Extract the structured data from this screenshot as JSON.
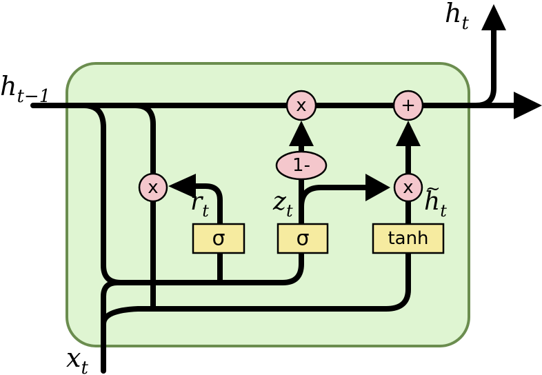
{
  "colors": {
    "cell_fill": "#dff5d2",
    "cell_stroke": "#6b8d4f",
    "op_fill": "#f4c7cc",
    "gate_fill": "#f6eba0",
    "wire": "#000000"
  },
  "labels": {
    "h_prev_base": "h",
    "h_prev_sub": "t−1",
    "h_out_base": "h",
    "h_out_sub": "t",
    "x_base": "x",
    "x_sub": "t",
    "r_base": "r",
    "r_sub": "t",
    "z_base": "z",
    "z_sub": "t",
    "hcand_base": "h",
    "hcand_tilde": "~",
    "hcand_sub": "t"
  },
  "ops": {
    "multiply_reset": "x",
    "multiply_top": "x",
    "add_top": "+",
    "multiply_candidate": "x",
    "one_minus": "1-"
  },
  "gates": {
    "reset": "σ",
    "update": "σ",
    "candidate": "tanh"
  }
}
